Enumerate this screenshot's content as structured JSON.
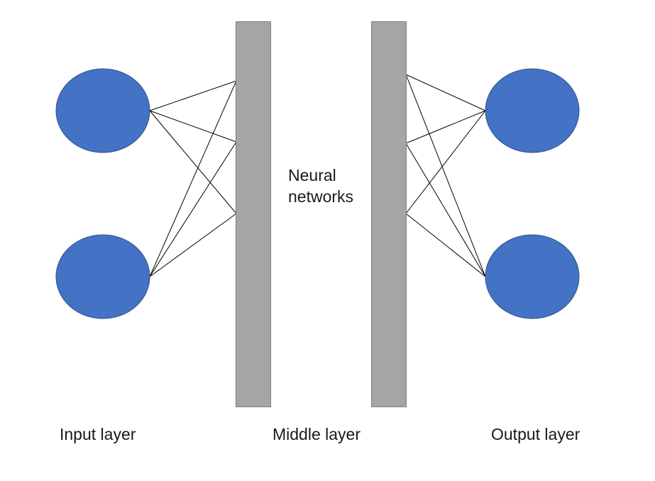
{
  "colors": {
    "node_fill": "#4472c4",
    "node_stroke": "#2f528f",
    "bar_fill": "#a5a5a5",
    "bar_stroke": "#7f7f7f",
    "connection": "#000000"
  },
  "center_text": {
    "line1": "Neural",
    "line2": "networks"
  },
  "labels": {
    "input_layer": "Input layer",
    "middle_layer": "Middle layer",
    "output_layer": "Output layer"
  }
}
